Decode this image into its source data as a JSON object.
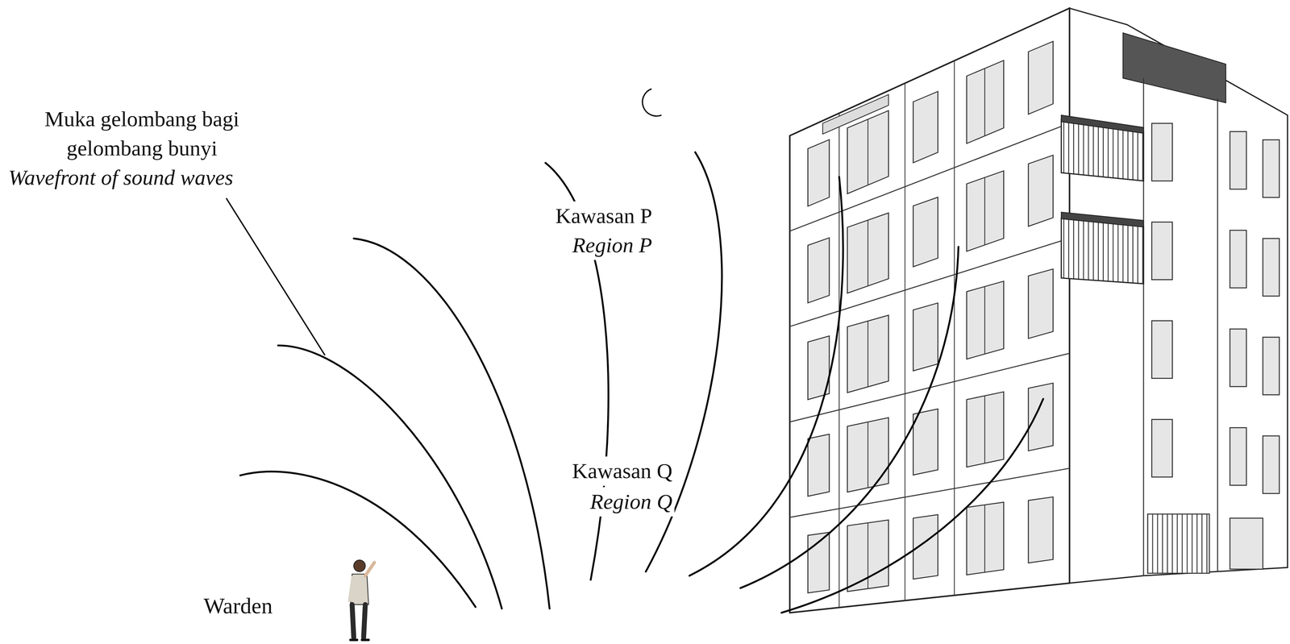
{
  "diagram": {
    "labels": [
      "Muka gelombang bagi gelombang bunyi",
      "Wavefront of sound waves",
      "Kawasan P",
      "Region P",
      "Kawasan Q",
      "Region Q",
      "Warden"
    ]
  }
}
